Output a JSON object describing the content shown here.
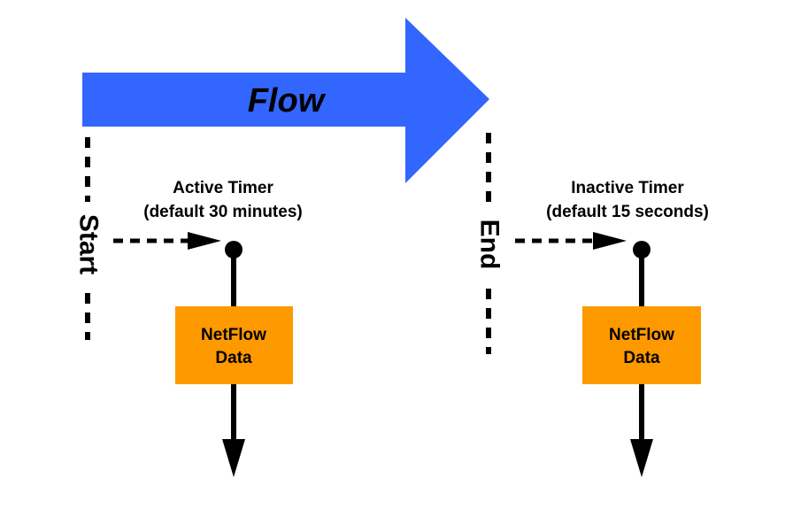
{
  "flow_arrow": {
    "label": "Flow",
    "fill_color": "#3366FF",
    "text_color": "#FFFFFF"
  },
  "start_marker": {
    "label": "Start"
  },
  "end_marker": {
    "label": "End"
  },
  "active_timer": {
    "title": "Active Timer",
    "subtitle": "(default 30 minutes)",
    "box": {
      "line1": "NetFlow",
      "line2": "Data"
    }
  },
  "inactive_timer": {
    "title": "Inactive Timer",
    "subtitle": "(default 15 seconds)",
    "box": {
      "line1": "NetFlow",
      "line2": "Data"
    }
  },
  "colors": {
    "box_fill": "#FF9900",
    "line": "#000000"
  }
}
